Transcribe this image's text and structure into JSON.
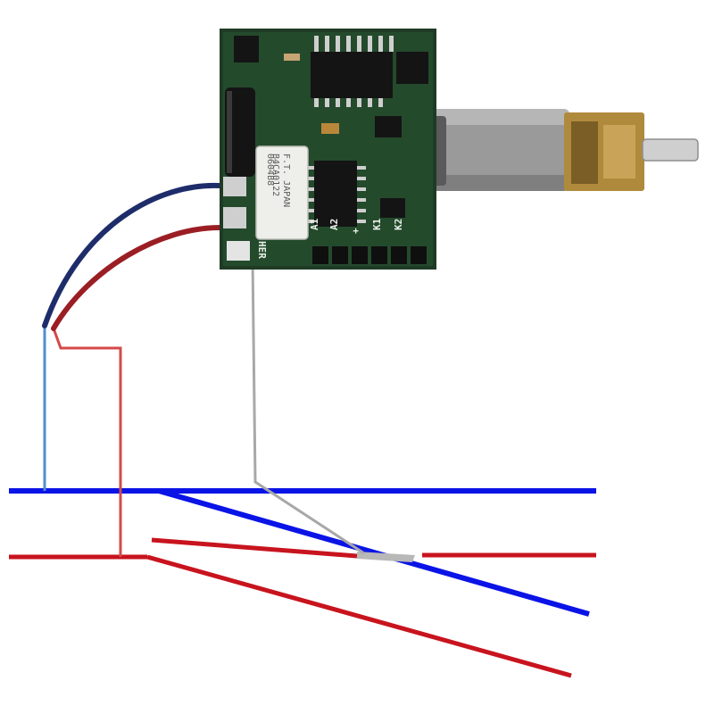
{
  "diagram": {
    "colors": {
      "background": "#ffffff",
      "rail_blue": "#0a14e6",
      "rail_red": "#c8141e",
      "wire_blue_light": "#4e8fd0",
      "wire_red_light": "#d44a4a",
      "wire_grey": "#a8a8a8",
      "pcb_green": "#1f3b25",
      "motor_silver": "#9a9a9a",
      "gearbox_brass": "#b08a3c"
    },
    "decoder_board": {
      "relay_text": [
        "F.T. JAPAN",
        "B4CA0122",
        "0604B8"
      ],
      "pin_labels": [
        "A1",
        "A2",
        "+",
        "K1",
        "K2"
      ],
      "side_label": "HER"
    },
    "components": [
      "decoder-pcb",
      "relay",
      "capacitor",
      "dc-motor",
      "gearbox",
      "shaft",
      "blue-wire",
      "red-wire",
      "grey-wire",
      "turnout-track"
    ]
  }
}
